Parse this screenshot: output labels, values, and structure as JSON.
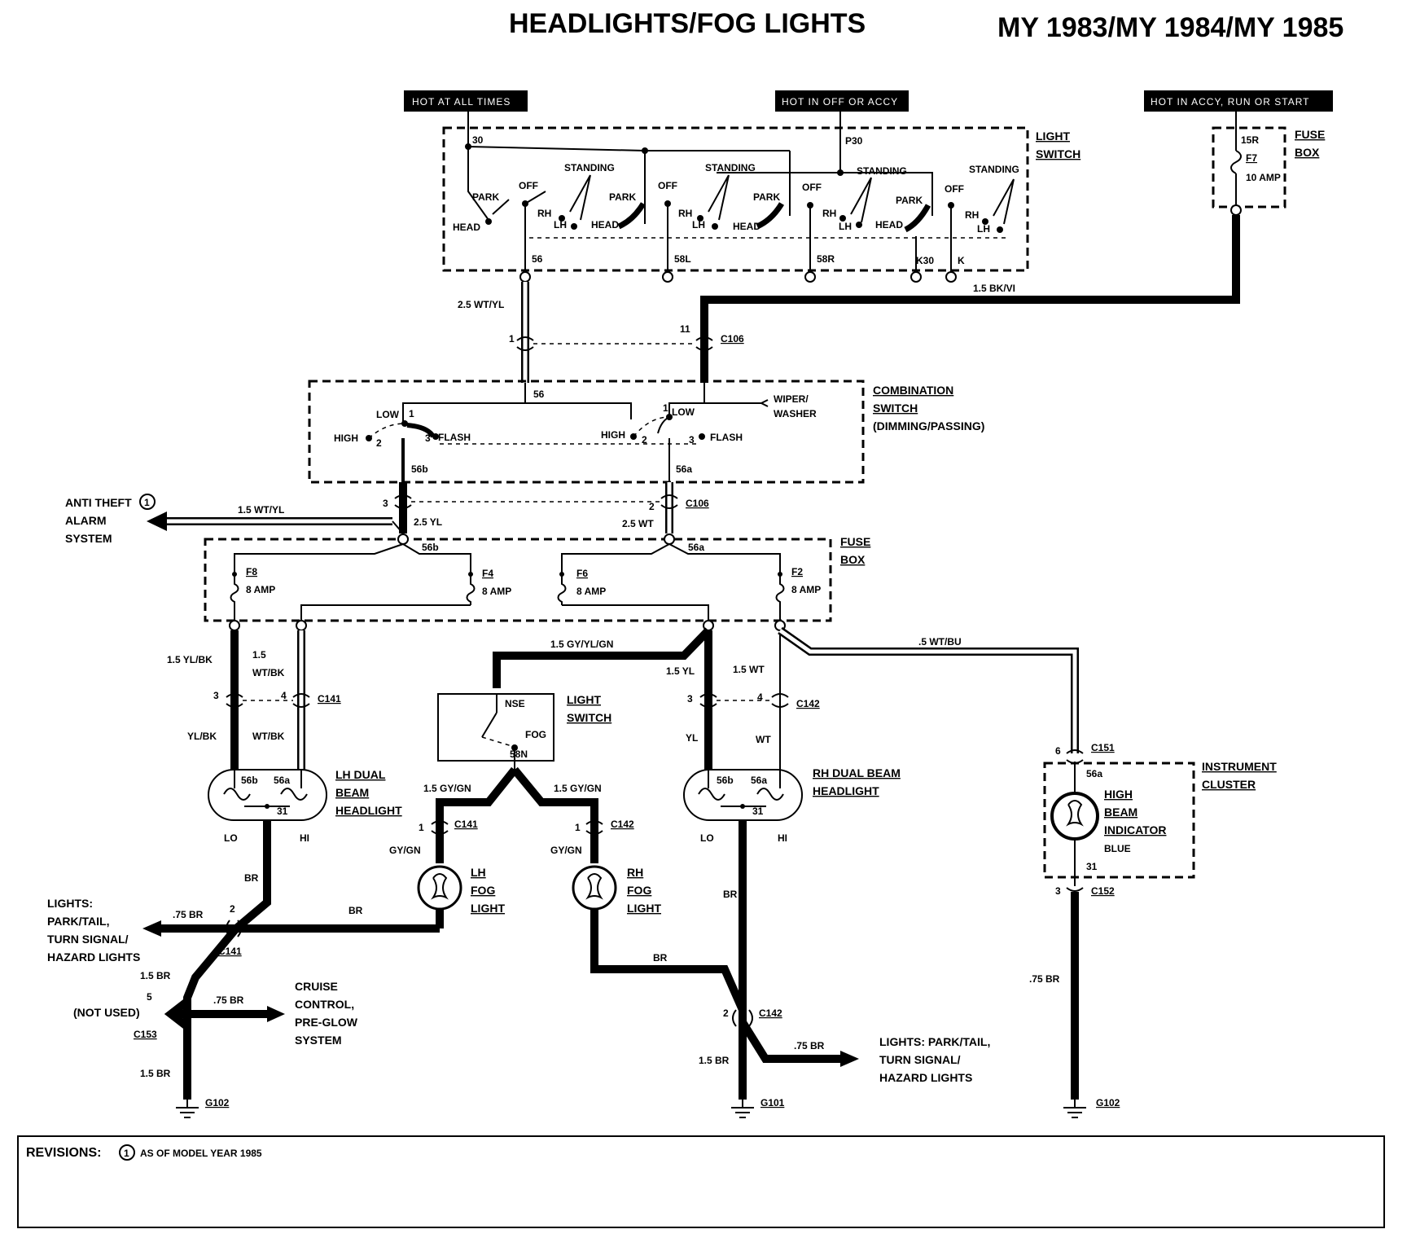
{
  "title": "HEADLIGHTS/FOG LIGHTS",
  "model_years": "MY 1983/MY 1984/MY 1985",
  "power_tags": {
    "hot_always": "HOT AT ALL TIMES",
    "hot_off_accy": "HOT IN OFF OR ACCY",
    "hot_accy_run": "HOT IN ACCY, RUN OR START"
  },
  "components": {
    "light_switch": [
      "LIGHT",
      "SWITCH"
    ],
    "fuse_box": [
      "FUSE",
      "BOX"
    ],
    "combination_switch": [
      "COMBINATION",
      "SWITCH",
      "(DIMMING/PASSING)"
    ],
    "anti_theft": [
      "ANTI THEFT",
      "ALARM",
      "SYSTEM"
    ],
    "lh_headlight": [
      "LH DUAL",
      "BEAM",
      "HEADLIGHT"
    ],
    "rh_headlight": [
      "RH DUAL BEAM",
      "HEADLIGHT"
    ],
    "fog_switch": [
      "LIGHT",
      "SWITCH"
    ],
    "lh_fog": [
      "LH",
      "FOG",
      "LIGHT"
    ],
    "rh_fog": [
      "RH",
      "FOG",
      "LIGHT"
    ],
    "instrument_cluster": [
      "INSTRUMENT",
      "CLUSTER"
    ],
    "high_beam_indicator": [
      "HIGH",
      "BEAM",
      "INDICATOR"
    ],
    "indicator_color": "BLUE",
    "lights_left": [
      "LIGHTS:",
      "PARK/TAIL,",
      "TURN SIGNAL/",
      "HAZARD LIGHTS"
    ],
    "lights_right": [
      "LIGHTS: PARK/TAIL,",
      "TURN SIGNAL/",
      "HAZARD LIGHTS"
    ],
    "cruise": [
      "CRUISE",
      "CONTROL,",
      "PRE-GLOW",
      "SYSTEM"
    ],
    "not_used": "(NOT USED)"
  },
  "switch_positions": {
    "park": "PARK",
    "off": "OFF",
    "standing": "STANDING",
    "head": "HEAD",
    "rh": "RH",
    "lh": "LH",
    "low": "LOW",
    "high": "HIGH",
    "flash": "FLASH",
    "nse": "NSE",
    "fog": "FOG",
    "wiper_washer": [
      "WIPER/",
      "WASHER"
    ]
  },
  "fuses": {
    "f7": "F7",
    "f7_rating": "10 AMP",
    "f8": "F8",
    "f8_rating": "8 AMP",
    "f4": "F4",
    "f4_rating": "8 AMP",
    "f6": "F6",
    "f6_rating": "8 AMP",
    "f2": "F2",
    "f2_rating": "8 AMP"
  },
  "terminals": {
    "t30": "30",
    "p30": "P30",
    "t15r": "15R",
    "t56": "56",
    "t58l": "58L",
    "t58r": "58R",
    "k30": "K30",
    "k": "K",
    "t56b": "56b",
    "t56a": "56a",
    "t31": "31",
    "t58n": "58N",
    "lo": "LO",
    "hi": "HI"
  },
  "connectors": {
    "c106": "C106",
    "c141": "C141",
    "c142": "C142",
    "c151": "C151",
    "c152": "C152",
    "c153": "C153",
    "g101": "G101",
    "g102": "G102"
  },
  "wires": {
    "wt_yl_25": "2.5 WT/YL",
    "bk_vi": "1.5 BK/VI",
    "wt_yl_15": "1.5 WT/YL",
    "yl_25": "2.5 YL",
    "wt_25": "2.5 WT",
    "yl_bk_15": "1.5 YL/BK",
    "wt_bk_15a": "1.5",
    "wt_bk_15b": "WT/BK",
    "yl_bk": "YL/BK",
    "wt_bk": "WT/BK",
    "gy_yl_gn": "1.5 GY/YL/GN",
    "yl_15": "1.5 YL",
    "wt_15": "1.5 WT",
    "wt_bu": ".5 WT/BU",
    "yl": "YL",
    "wt": "WT",
    "gy_gn_15": "1.5 GY/GN",
    "gy_gn": "GY/GN",
    "br": "BR",
    "br_075": ".75 BR",
    "br_15": "1.5 BR"
  },
  "revisions": {
    "label": "REVISIONS:",
    "marker": "1",
    "text": "AS OF MODEL YEAR 1985"
  }
}
